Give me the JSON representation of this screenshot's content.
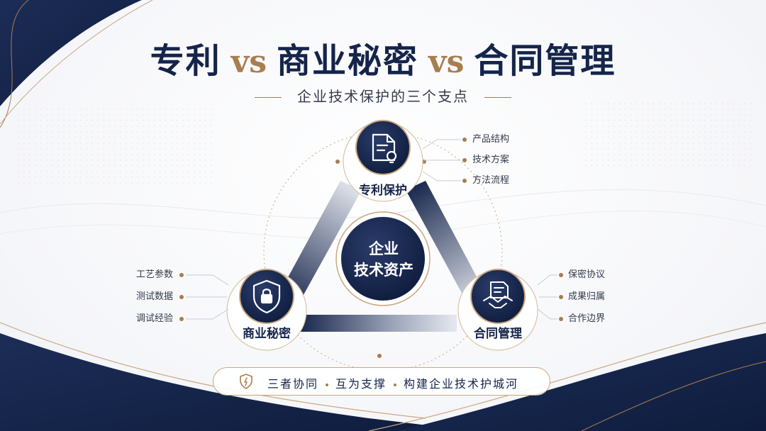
{
  "title": {
    "part1": "专利",
    "vs1": "vs",
    "part2": "商业秘密",
    "vs2": "vs",
    "part3": "合同管理"
  },
  "subtitle": "企业技术保护的三个支点",
  "center": {
    "line1": "企业",
    "line2": "技术资产"
  },
  "nodes": {
    "patent": {
      "label": "专利保护",
      "icon": "document-lightbulb-icon",
      "items": [
        "产品结构",
        "技术方案",
        "方法流程"
      ]
    },
    "secret": {
      "label": "商业秘密",
      "icon": "shield-lock-icon",
      "items": [
        "工艺参数",
        "测试数据",
        "调试经验"
      ]
    },
    "contract": {
      "label": "合同管理",
      "icon": "handshake-contract-icon",
      "items": [
        "保密协议",
        "成果归属",
        "合作边界"
      ]
    }
  },
  "slogan": {
    "icon": "shield-icon",
    "parts": [
      "三者协同",
      "互为支撑",
      "构建企业技术护城河"
    ]
  },
  "colors": {
    "navy": "#15244a",
    "gold": "#a87d4f",
    "light_gold": "#c9a882",
    "text": "#333a4d"
  }
}
